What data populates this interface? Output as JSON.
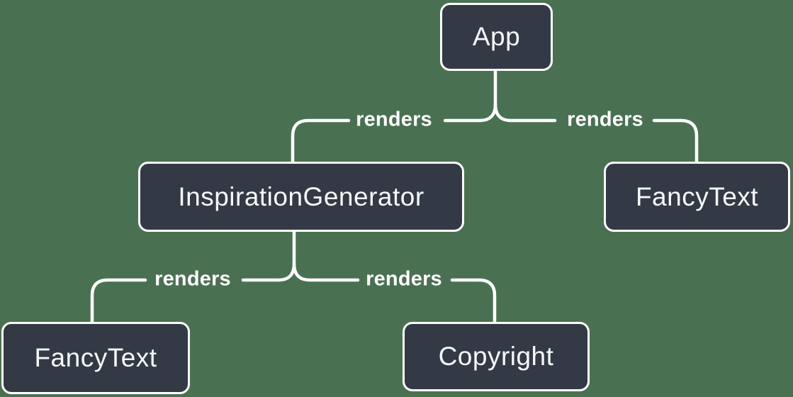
{
  "colors": {
    "background": "#4A7052",
    "node_fill": "#333A45",
    "node_border": "#FFFFFF",
    "node_text": "#F6F7F9",
    "edge": "#FFFFFF",
    "edge_label_text": "#FFFFFF"
  },
  "nodes": [
    {
      "id": "app",
      "label": "App"
    },
    {
      "id": "inspiration-generator",
      "label": "InspirationGenerator"
    },
    {
      "id": "fancy-text-right",
      "label": "FancyText"
    },
    {
      "id": "fancy-text-bottom-left",
      "label": "FancyText"
    },
    {
      "id": "copyright",
      "label": "Copyright"
    }
  ],
  "edges": [
    {
      "from": "App",
      "to": "InspirationGenerator",
      "label": "renders"
    },
    {
      "from": "App",
      "to": "FancyText",
      "label": "renders"
    },
    {
      "from": "InspirationGenerator",
      "to": "FancyText",
      "label": "renders"
    },
    {
      "from": "InspirationGenerator",
      "to": "Copyright",
      "label": "renders"
    }
  ]
}
